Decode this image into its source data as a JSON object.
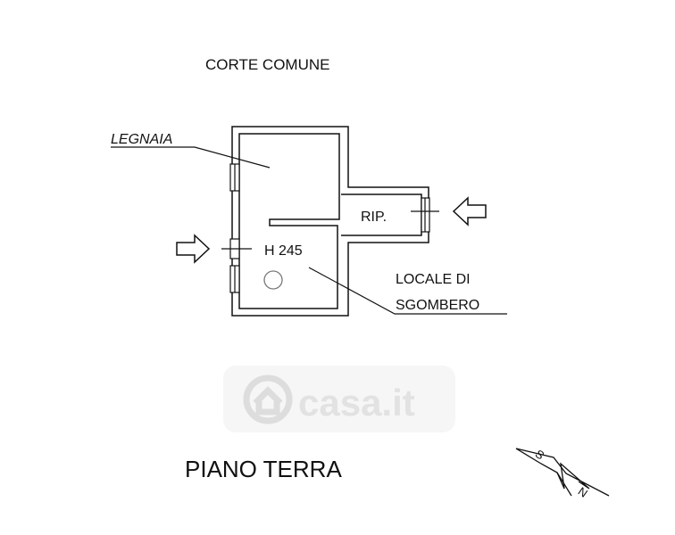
{
  "labels": {
    "corte_comune": "CORTE COMUNE",
    "legnaia": "LEGNAIA",
    "rip": "RIP.",
    "height": "H 245",
    "locale_di": "LOCALE DI",
    "sgombero": "SGOMBERO",
    "piano_terra": "PIANO TERRA"
  },
  "compass": {
    "south": "S",
    "north": "N"
  },
  "watermark": {
    "text": "casa.it"
  },
  "colors": {
    "ink": "#111111",
    "watermark": "#d9d9d9"
  }
}
